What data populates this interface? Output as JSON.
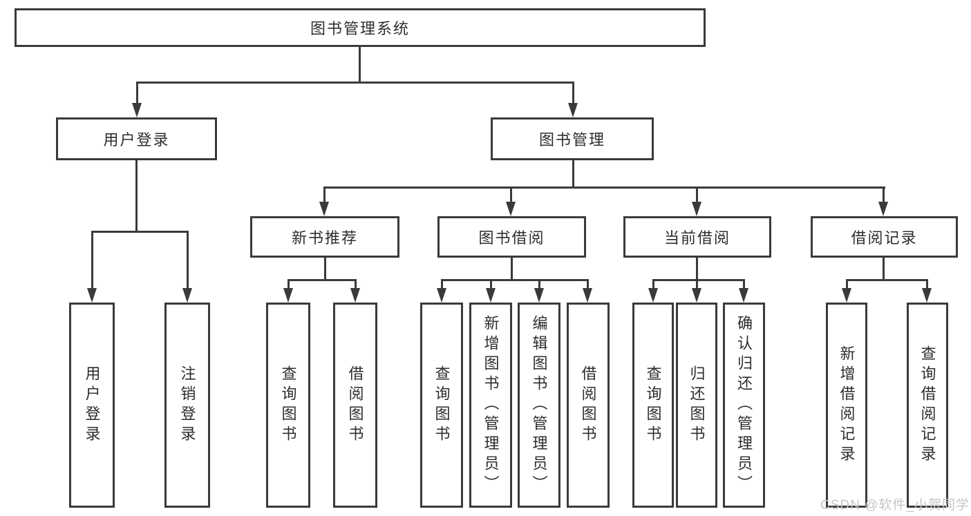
{
  "diagram": {
    "title": "图书管理系统",
    "level2": [
      {
        "label": "用户登录",
        "children": [
          "用户登录",
          "注销登录"
        ]
      },
      {
        "label": "图书管理"
      }
    ],
    "level3": [
      {
        "label": "新书推荐",
        "children": [
          "查询图书",
          "借阅图书"
        ]
      },
      {
        "label": "图书借阅",
        "children": [
          "查询图书",
          "新增图书（管理员）",
          "编辑图书（管理员）",
          "借阅图书"
        ]
      },
      {
        "label": "当前借阅",
        "children": [
          "查询图书",
          "归还图书",
          "确认归还（管理员）"
        ]
      },
      {
        "label": "借阅记录",
        "children": [
          "新增借阅记录",
          "查询借阅记录"
        ]
      }
    ]
  },
  "colors": {
    "line": "#3a3a3a",
    "box_border": "#3a3a3a",
    "box_fill": "#ffffff",
    "text": "#2d2d2d",
    "watermark": "#c3c6c9"
  },
  "watermark": {
    "text": "CSDN @软件_小贺同学"
  }
}
